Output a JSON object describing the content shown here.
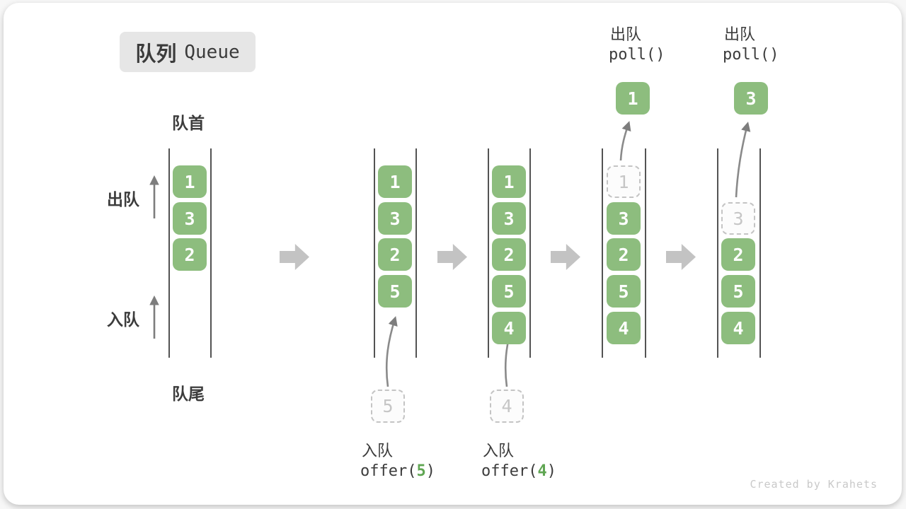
{
  "badge": {
    "title_zh": "队列",
    "title_en": "Queue"
  },
  "labels": {
    "front": "队首",
    "rear": "队尾",
    "dequeue": "出队",
    "enqueue": "入队"
  },
  "stages": [
    {
      "name": "initial",
      "boxes": [
        {
          "value": "1"
        },
        {
          "value": "3"
        },
        {
          "value": "2"
        }
      ]
    },
    {
      "name": "after-offer-5",
      "boxes": [
        {
          "value": "1"
        },
        {
          "value": "3"
        },
        {
          "value": "2"
        },
        {
          "value": "5"
        }
      ],
      "incoming": {
        "value": "5"
      },
      "caption": {
        "action": "入队",
        "code_pre": "offer(",
        "code_arg": "5",
        "code_post": ")"
      }
    },
    {
      "name": "after-offer-4",
      "boxes": [
        {
          "value": "1"
        },
        {
          "value": "3"
        },
        {
          "value": "2"
        },
        {
          "value": "5"
        },
        {
          "value": "4"
        }
      ],
      "incoming": {
        "value": "4"
      },
      "caption": {
        "action": "入队",
        "code_pre": "offer(",
        "code_arg": "4",
        "code_post": ")"
      }
    },
    {
      "name": "after-poll-1",
      "boxes": [
        {
          "value": "1",
          "state": "removed"
        },
        {
          "value": "3"
        },
        {
          "value": "2"
        },
        {
          "value": "5"
        },
        {
          "value": "4"
        }
      ],
      "outgoing": {
        "value": "1"
      },
      "caption": {
        "action": "出队",
        "code": "poll()"
      }
    },
    {
      "name": "after-poll-3",
      "boxes": [
        {
          "value": "3",
          "state": "removed"
        },
        {
          "value": "2"
        },
        {
          "value": "5"
        },
        {
          "value": "4"
        }
      ],
      "outgoing": {
        "value": "3"
      },
      "caption": {
        "action": "出队",
        "code": "poll()"
      }
    }
  ],
  "watermark": "Created by Krahets",
  "colors": {
    "box_green": "#8dbd7e",
    "code_green": "#60a653",
    "dark_text": "#3c3c3c",
    "thin_arrow_gray": "#7d7d7d",
    "block_arrow_gray": "#c3c3c3",
    "dashed_gray": "#c4c4c4"
  }
}
